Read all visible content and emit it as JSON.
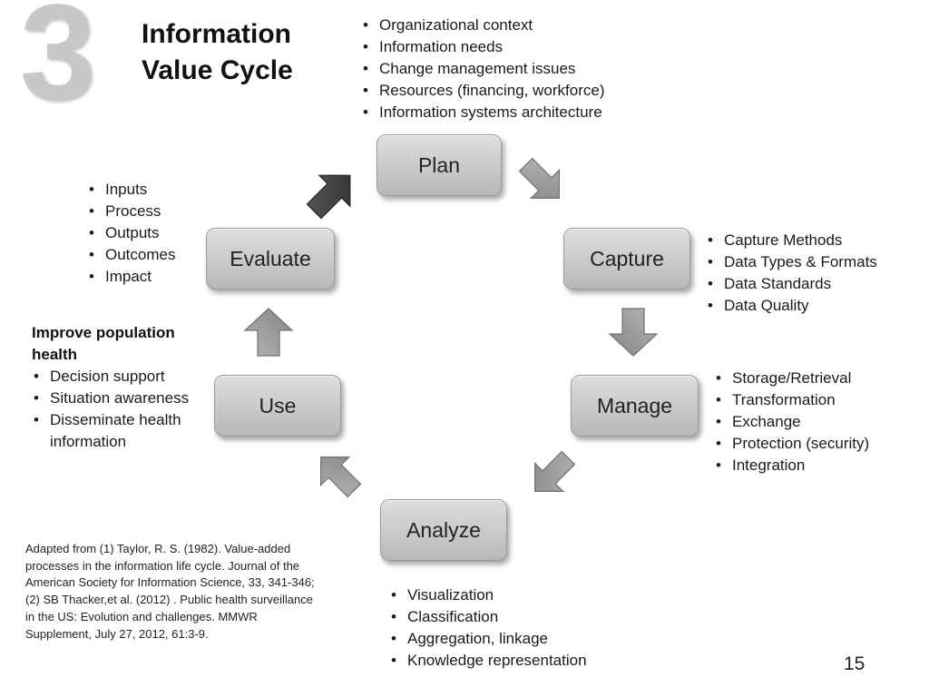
{
  "slide": {
    "number_graphic": "3",
    "title_line1": "Information",
    "title_line2": "Value Cycle",
    "page_number": "15"
  },
  "stages": {
    "plan": "Plan",
    "capture": "Capture",
    "manage": "Manage",
    "analyze": "Analyze",
    "use": "Use",
    "evaluate": "Evaluate"
  },
  "plan_bullets": [
    "Organizational context",
    "Information needs",
    "Change management issues",
    "Resources (financing, workforce)",
    "Information systems architecture"
  ],
  "capture_bullets": [
    "Capture Methods",
    "Data Types & Formats",
    "Data Standards",
    "Data Quality"
  ],
  "manage_bullets": [
    "Storage/Retrieval",
    "Transformation",
    "Exchange",
    "Protection (security)",
    "Integration"
  ],
  "analyze_bullets": [
    "Visualization",
    "Classification",
    "Aggregation, linkage",
    "Knowledge representation"
  ],
  "evaluate_bullets": [
    "Inputs",
    "Process",
    "Outputs",
    "Outcomes",
    "Impact"
  ],
  "use_section": {
    "heading": "Improve population health",
    "bullets": [
      "Decision support",
      "Situation awareness",
      "Disseminate health information"
    ]
  },
  "citation": "Adapted from (1) Taylor, R. S. (1982). Value-added processes in the information life cycle. Journal of the American Society for Information Science, 33, 341-346; (2)  SB Thacker,et al. (2012) .  Public health surveillance  in the  US: Evolution and challenges. MMWR Supplement, July 27, 2012, 61:3-9.",
  "colors": {
    "stage_fill": "#c9c9c9",
    "arrow_fill": "#9a9a9a",
    "highlight_arrow_fill": "#4a4a4a",
    "number_graphic": "#c8c8c8"
  }
}
